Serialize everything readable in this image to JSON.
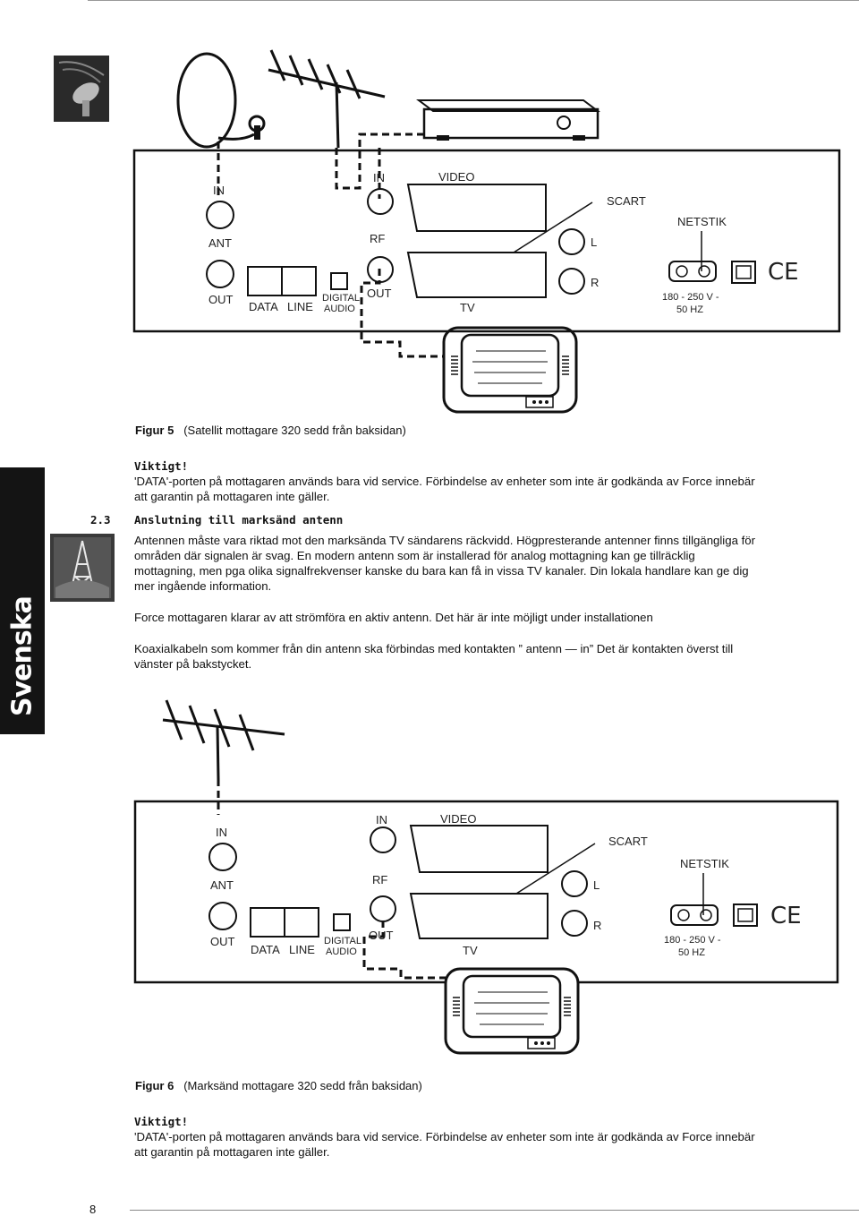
{
  "figure5": {
    "labels": {
      "in": "IN",
      "ant": "ANT",
      "out": "OUT",
      "data": "DATA",
      "line": "LINE",
      "digital": "DIGITAL",
      "audio": "AUDIO",
      "rf_in": "IN",
      "rf": "RF",
      "rf_out": "OUT",
      "video": "VIDEO",
      "tv": "TV",
      "scart": "SCART",
      "l": "L",
      "r": "R",
      "netstik": "NETSTIK",
      "voltage1": "180 - 250 V -",
      "voltage2": "50 HZ",
      "ce": "CE"
    },
    "caption_label": "Figur 5",
    "caption_text": "(Satellit mottagare 320 sedd från baksidan)"
  },
  "warning1": {
    "title": "Viktigt!",
    "line1": "'DATA'-porten på mottagaren används bara vid service. Förbindelse av enheter som inte är godkända av Force innebär",
    "line2": "att garantin på mottagaren inte gäller."
  },
  "section": {
    "number": "2.3",
    "title": "Anslutning till marksänd antenn",
    "para1": [
      "Antennen måste vara riktad mot den marksända TV sändarens räckvidd. Högpresterande antenner finns tillgängliga för",
      "områden där signalen är svag. En modern antenn som är installerad för analog mottagning kan ge tillräcklig",
      "mottagning, men pga olika signalfrekvenser kanske du bara kan få in vissa TV kanaler. Din lokala handlare kan ge dig",
      "mer ingående information."
    ],
    "para2": "Force mottagaren klarar av att strömföra en aktiv antenn. Det här är inte möjligt under installationen",
    "para3": [
      "Koaxialkabeln som kommer från din antenn ska förbindas med kontakten  ” antenn  — in”  Det är kontakten överst till",
      "vänster på bakstycket."
    ]
  },
  "sidebar_text": "Svenska",
  "figure6": {
    "labels": {
      "in": "IN",
      "ant": "ANT",
      "out": "OUT",
      "data": "DATA",
      "line": "LINE",
      "digital": "DIGITAL",
      "audio": "AUDIO",
      "rf_in": "IN",
      "rf": "RF",
      "rf_out": "OUT",
      "video": "VIDEO",
      "tv": "TV",
      "scart": "SCART",
      "l": "L",
      "r": "R",
      "netstik": "NETSTIK",
      "voltage1": "180 - 250 V -",
      "voltage2": "50 HZ",
      "ce": "CE"
    },
    "caption_label": "Figur 6",
    "caption_text": "(Marksänd mottagare 320 sedd från baksidan)"
  },
  "warning2": {
    "title": "Viktigt!",
    "line1": "'DATA'-porten på mottagaren används bara vid service. Förbindelse av enheter som inte är godkända av Force innebär",
    "line2": "att garantin på mottagaren inte gäller."
  },
  "page_number": "8"
}
